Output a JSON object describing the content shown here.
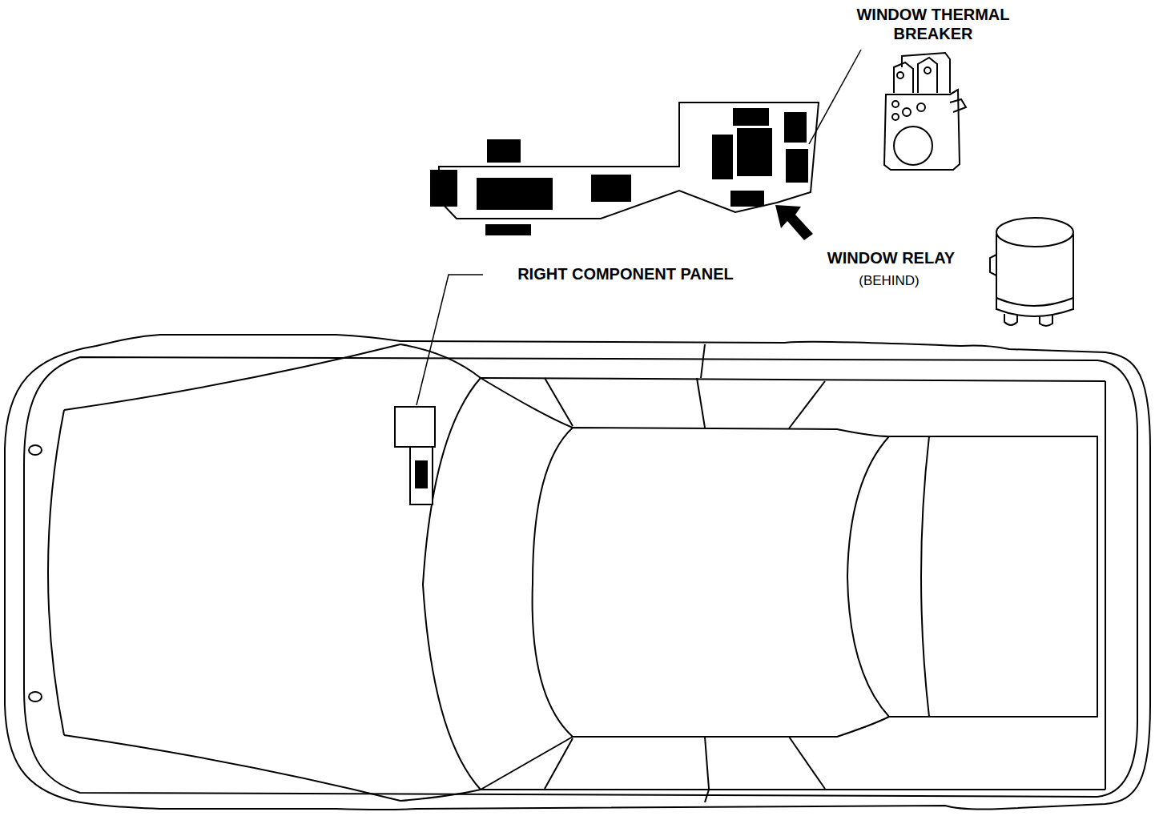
{
  "diagram": {
    "labels": [
      "WINDOW THERMAL BREAKER",
      "WINDOW RELAY",
      "(BEHIND)",
      "RIGHT COMPONENT PANEL"
    ]
  }
}
